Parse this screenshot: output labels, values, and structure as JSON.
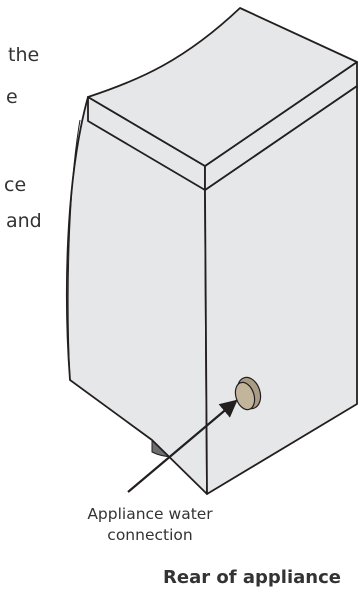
{
  "cropped_text": {
    "line1": "the",
    "line2": "e",
    "line3": "ce",
    "line4": "and"
  },
  "callout": {
    "line1": "Appliance water",
    "line2": "connection"
  },
  "caption": "Rear of appliance",
  "colors": {
    "body_fill": "#e6e7e8",
    "outline": "#231f20",
    "connector_fill": "#c2b59b",
    "foot_fill": "#6d6e70"
  }
}
